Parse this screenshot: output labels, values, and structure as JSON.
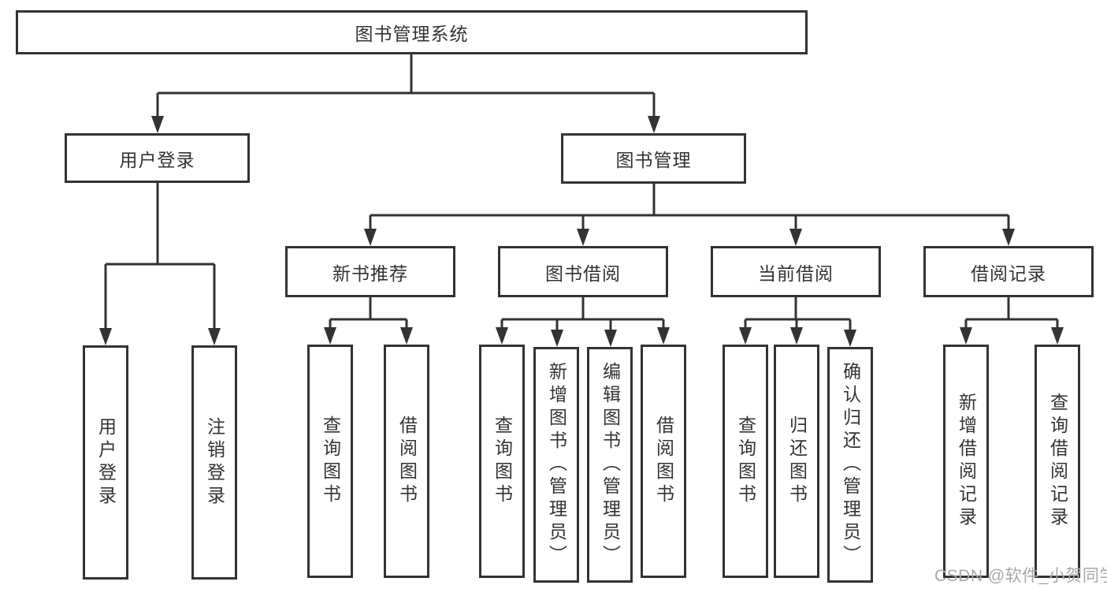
{
  "nodes": {
    "root": {
      "label": "图书管理系统"
    },
    "user_login": {
      "label": "用户登录"
    },
    "book_mgmt": {
      "label": "图书管理"
    },
    "new_book_rec": {
      "label": "新书推荐"
    },
    "book_borrow": {
      "label": "图书借阅"
    },
    "current_borrow": {
      "label": "当前借阅"
    },
    "borrow_records": {
      "label": "借阅记录"
    },
    "leaf_user_login": {
      "label": "用户登录"
    },
    "leaf_logout": {
      "label": "注销登录"
    },
    "leaf_query_book_1": {
      "label": "查询图书"
    },
    "leaf_borrow_book_1": {
      "label": "借阅图书"
    },
    "leaf_query_book_2": {
      "label": "查询图书"
    },
    "leaf_add_book": {
      "label": "新增图书（管理员）"
    },
    "leaf_edit_book": {
      "label": "编辑图书（管理员）"
    },
    "leaf_borrow_book_2": {
      "label": "借阅图书"
    },
    "leaf_query_book_3": {
      "label": "查询图书"
    },
    "leaf_return_book": {
      "label": "归还图书"
    },
    "leaf_confirm_return": {
      "label": "确认归还（管理员）"
    },
    "leaf_add_record": {
      "label": "新增借阅记录"
    },
    "leaf_query_record": {
      "label": "查询借阅记录"
    }
  },
  "watermark": {
    "text": "CSDN @软件_小贺同学"
  },
  "colors": {
    "line": "#333333",
    "text": "#333333",
    "watermark": "#a7a7b0",
    "background": "#ffffff"
  }
}
